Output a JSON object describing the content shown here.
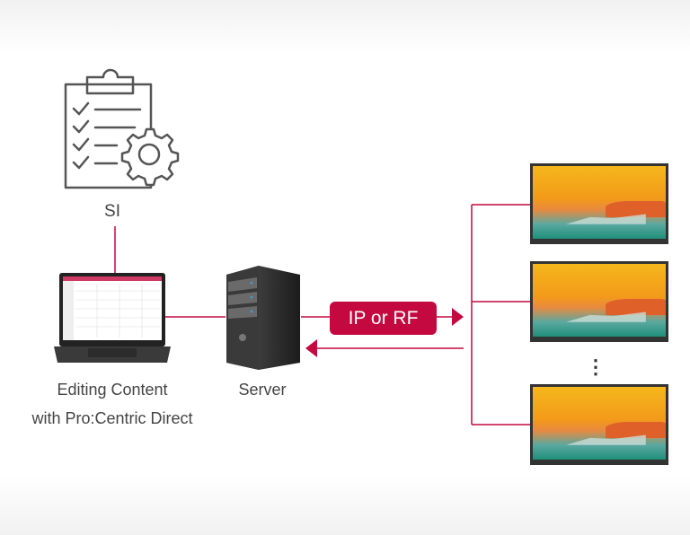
{
  "colors": {
    "accent": "#c3093f",
    "line": "#c3093f",
    "text": "#444444"
  },
  "si": {
    "label": "SI",
    "icon": "clipboard-checklist-gear-icon"
  },
  "laptop": {
    "label_line1": "Editing Content",
    "label_line2": "with Pro:Centric Direct",
    "icon": "laptop-icon"
  },
  "server": {
    "label": "Server",
    "icon": "server-tower-icon"
  },
  "link": {
    "label": "IP or RF"
  },
  "displays": {
    "count_shown": 3,
    "more_indicator": "⋮"
  }
}
